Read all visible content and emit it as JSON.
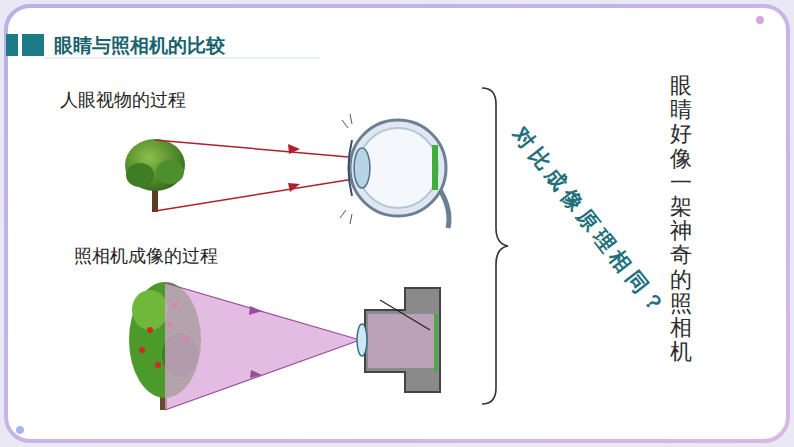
{
  "diagram": {
    "title": "眼睛与照相机的比较",
    "labels": [
      "人眼视物的过程",
      "照相机成像的过程",
      "眼睛好像一架神奇的照相机",
      "对比成像原理相同？"
    ]
  }
}
